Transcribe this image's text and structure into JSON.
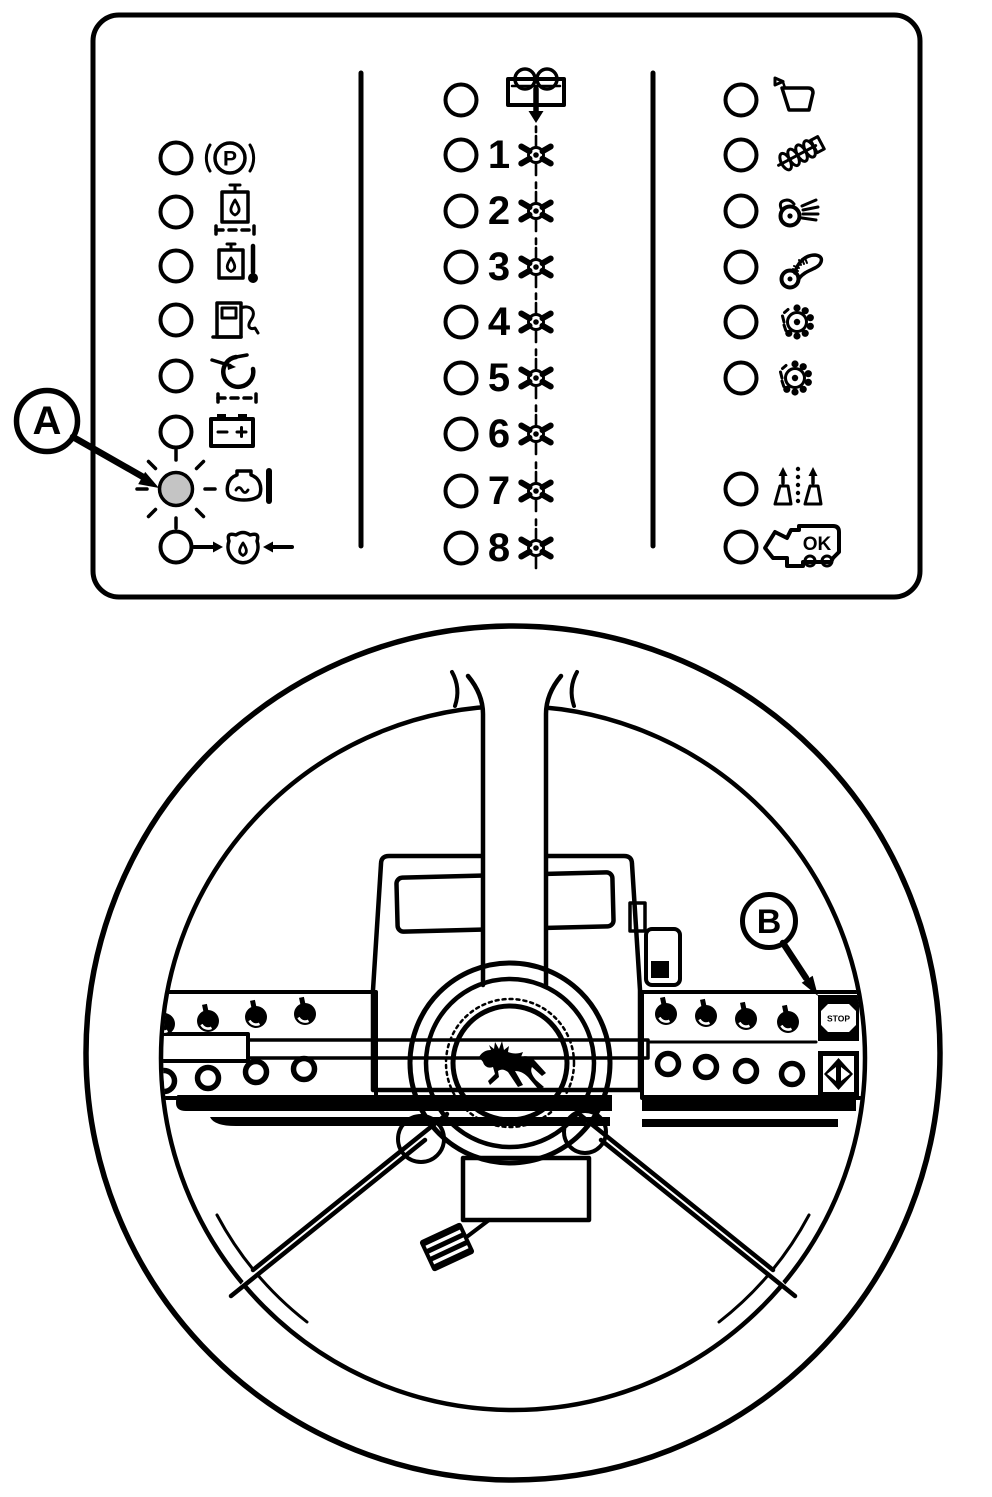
{
  "callouts": {
    "a": "A",
    "b": "B"
  },
  "indicator_panel": {
    "left_lights": [
      {
        "icon": "parking-brake-icon",
        "label": "P"
      },
      {
        "icon": "hydraulic-oil-level-icon"
      },
      {
        "icon": "hydraulic-oil-temperature-icon"
      },
      {
        "icon": "fuel-level-icon"
      },
      {
        "icon": "air-restriction-icon"
      },
      {
        "icon": "battery-charge-icon"
      },
      {
        "icon": "coolant-temperature-icon",
        "state": "highlighted"
      },
      {
        "icon": "engine-oil-pressure-icon"
      }
    ],
    "row_monitor": {
      "icon": "seed-delivery-icon"
    },
    "row_units": [
      {
        "number": "1"
      },
      {
        "number": "2"
      },
      {
        "number": "3"
      },
      {
        "number": "4"
      },
      {
        "number": "5"
      },
      {
        "number": "6"
      },
      {
        "number": "7"
      },
      {
        "number": "8"
      }
    ],
    "right_lights": [
      {
        "icon": "hopper-level-icon"
      },
      {
        "icon": "auger-icon"
      },
      {
        "icon": "blower-fan-icon"
      },
      {
        "icon": "agitator-arm-icon"
      },
      {
        "icon": "seed-meter-drive-icon"
      },
      {
        "icon": "seed-meter-drive-icon"
      },
      {
        "icon": "markers-raised-icon"
      },
      {
        "icon": "system-ok-icon",
        "label": "OK"
      }
    ]
  },
  "console": {
    "stop_button_label": "STOP",
    "buttons": [
      "stop-octagon-button",
      "hazard-diamond-button"
    ]
  },
  "steering_wheel": {
    "hub_logo": "leaping-deer-logo"
  },
  "colors": {
    "line": "#000000",
    "background": "#ffffff",
    "active_light_fill": "#c4c4c4"
  }
}
